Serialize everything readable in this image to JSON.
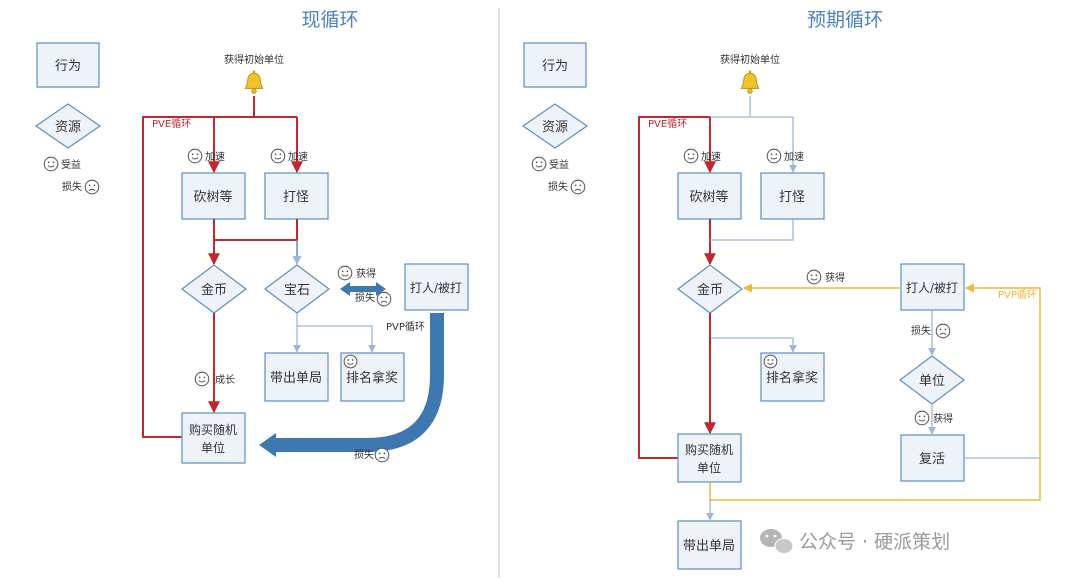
{
  "left": {
    "title": "现循环",
    "legend": {
      "action": "行为",
      "resource": "资源",
      "gain": "受益",
      "loss": "损失"
    },
    "start": "获得初始单位",
    "pve_loop": "PVE循环",
    "speedup_a": "加速",
    "speedup_b": "加速",
    "chop": "砍树等",
    "fight": "打怪",
    "gold": "金币",
    "gem": "宝石",
    "pvp_node": "打人/被打",
    "gem_gain": "获得",
    "gem_loss": "损失",
    "pvp_loop": "PVP循环",
    "carry_out": "带出单局",
    "rank": "排名拿奖",
    "grow": "成长",
    "buy": [
      "购买随机",
      "单位"
    ],
    "loss_bottom": "损失"
  },
  "right": {
    "title": "预期循环",
    "legend": {
      "action": "行为",
      "resource": "资源",
      "gain": "受益",
      "loss": "损失"
    },
    "start": "获得初始单位",
    "pve_loop": "PVE循环",
    "speedup_a": "加速",
    "speedup_b": "加速",
    "chop": "砍树等",
    "fight": "打怪",
    "gold": "金币",
    "gold_gain": "获得",
    "pvp_node": "打人/被打",
    "pvp_loop": "PVP循环",
    "unit_loss": "损失",
    "unit": "单位",
    "unit_gain": "获得",
    "rank": "排名拿奖",
    "buy": [
      "购买随机",
      "单位"
    ],
    "revive": "复活",
    "carry_out": "带出单局"
  },
  "watermark": "公众号 · 硬派策划",
  "colors": {
    "box_fill": "#eef3fa",
    "box_stroke": "#5b8fc7",
    "text": "#333333",
    "title": "#4a82c2",
    "pve_red": "#c0282d",
    "pvp_blue": "#3e78b0",
    "pvp_orange": "#f0b73a",
    "line": "#9ab7d8",
    "bell": "#f2c12e"
  }
}
